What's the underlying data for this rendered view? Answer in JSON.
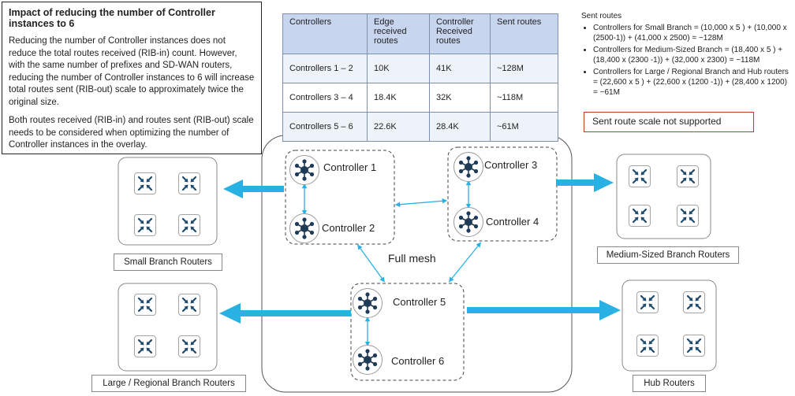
{
  "info": {
    "title": "Impact of reducing the number of Controller instances to 6",
    "para1": "Reducing the number of Controller instances does not reduce the total routes received (RIB-in) count. However, with the same number of prefixes and SD-WAN routers, reducing the number of Controller instances to 6 will increase total routes sent (RIB-out) scale to approximately twice the original size.",
    "para2": "Both routes received (RIB-in) and routes sent (RIB-out) scale needs to be considered when optimizing the number of Controller instances in the overlay."
  },
  "table": {
    "headers": [
      "Controllers",
      "Edge received routes",
      "Controller Received routes",
      "Sent routes"
    ],
    "rows": [
      [
        "Controllers 1 – 2",
        "10K",
        "41K",
        "~128M"
      ],
      [
        "Controllers 3 – 4",
        "18.4K",
        "32K",
        "~118M"
      ],
      [
        "Controllers 5 – 6",
        "22.6K",
        "28.4K",
        "~61M"
      ]
    ]
  },
  "sent_routes": {
    "title": "Sent routes",
    "items": [
      "Controllers for Small Branch = (10,000 x 5 ) + (10,000 x (2500-1)) + (41,000 x 2500) = ~128M",
      "Controllers for Medium-Sized Branch = (18,400 x 5 ) + (18,400 x (2300 -1)) + (32,000 x 2300) = ~118M",
      "Controllers for Large / Regional Branch and Hub routers = (22,600 x 5 ) + (22,600 x (1200 -1)) + (28,400 x 1200) = ~61M"
    ],
    "note": "Sent route scale not supported"
  },
  "controllers": {
    "c1": "Controller 1",
    "c2": "Controller 2",
    "c3": "Controller 3",
    "c4": "Controller 4",
    "c5": "Controller 5",
    "c6": "Controller 6",
    "full_mesh": "Full mesh"
  },
  "router_groups": {
    "small": "Small Branch Routers",
    "medium": "Medium-Sized Branch Routers",
    "large": "Large / Regional Branch Routers",
    "hub": "Hub Routers"
  },
  "colors": {
    "arrow": "#29b1e3",
    "controller_icon": "#1f3b57",
    "router_icon": "#1f4a6b",
    "note_border": "#c0392b"
  }
}
